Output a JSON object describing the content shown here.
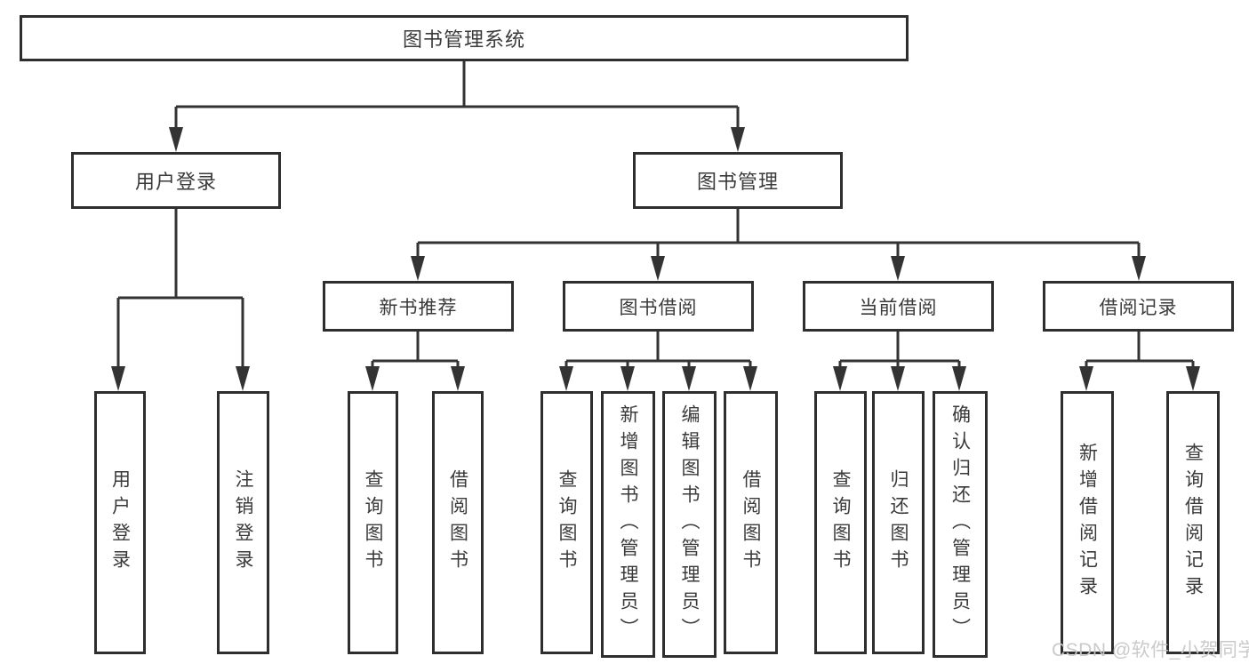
{
  "diagram": {
    "root": {
      "label": "图书管理系统"
    },
    "level2": [
      {
        "label": "用户登录"
      },
      {
        "label": "图书管理"
      }
    ],
    "user_login_children": [
      {
        "label": "用户登录"
      },
      {
        "label": "注销登录"
      }
    ],
    "book_mgmt_groups": [
      {
        "label": "新书推荐",
        "children": [
          {
            "label": "查询图书"
          },
          {
            "label": "借阅图书"
          }
        ]
      },
      {
        "label": "图书借阅",
        "children": [
          {
            "label": "查询图书"
          },
          {
            "label": "新增图书（管理员）"
          },
          {
            "label": "编辑图书（管理员）"
          },
          {
            "label": "借阅图书"
          }
        ]
      },
      {
        "label": "当前借阅",
        "children": [
          {
            "label": "查询图书"
          },
          {
            "label": "归还图书"
          },
          {
            "label": "确认归还（管理员）"
          }
        ]
      },
      {
        "label": "借阅记录",
        "children": [
          {
            "label": "新增借阅记录"
          },
          {
            "label": "查询借阅记录"
          }
        ]
      }
    ]
  },
  "watermark": {
    "text": "CSDN @软件_小贺同学"
  },
  "colors": {
    "background": "#ffffff",
    "box_border": "#2e2e2e",
    "connector_line": "#333333",
    "text": "#3a3a3a",
    "watermark_text": "#c7c7c7"
  }
}
